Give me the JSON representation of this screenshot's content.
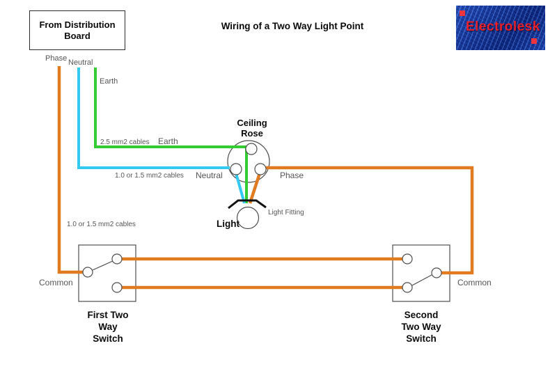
{
  "title": "Wiring of a Two Way Light Point",
  "distribution_board": {
    "label": "From Distribution\nBoard"
  },
  "logo": {
    "text": "Electrolesk",
    "bg_color": "#16419e",
    "text_color": "#e6202d",
    "accent_square_color": "#ef3540"
  },
  "colors": {
    "phase_wire": "#e07b20",
    "neutral_wire": "#33c9f0",
    "earth_wire": "#33cc33",
    "outline": "#4d4d4d",
    "fitting": "#111111"
  },
  "labels": {
    "phase_top": "Phase",
    "neutral_top": "Neutral",
    "earth_top": "Earth",
    "cable_25": "2.5 mm2 cables",
    "earth_mid": "Earth",
    "cable_15_mid": "1.0 or 1.5 mm2 cables",
    "neutral_mid": "Neutral",
    "phase_mid": "Phase",
    "cable_15_left": "1.0 or 1.5 mm2 cables",
    "common_left": "Common",
    "common_right": "Common",
    "light_fitting": "Light Fitting",
    "light": "Light"
  },
  "components": {
    "ceiling_rose": "Ceiling\nRose",
    "first_switch": "First Two\nWay\nSwitch",
    "second_switch": "Second\nTwo Way\nSwitch"
  }
}
